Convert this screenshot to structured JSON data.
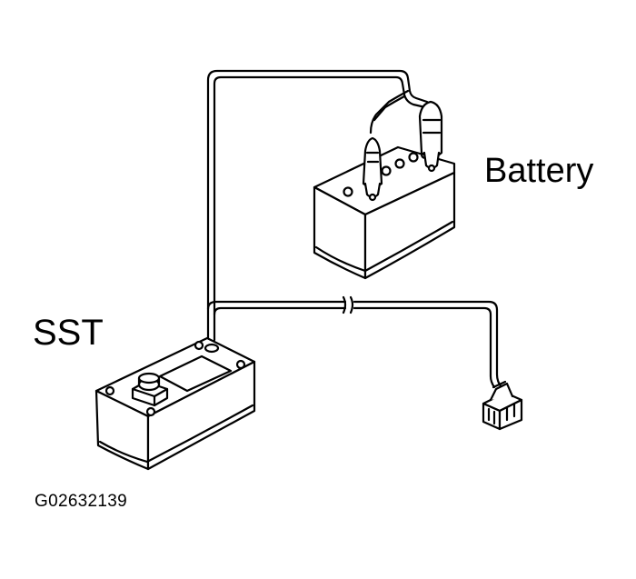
{
  "labels": {
    "battery": "Battery",
    "sst": "SST",
    "figure_code": "G02632139"
  },
  "colors": {
    "line": "#000000",
    "background": "#ffffff",
    "fill": "#ffffff"
  }
}
